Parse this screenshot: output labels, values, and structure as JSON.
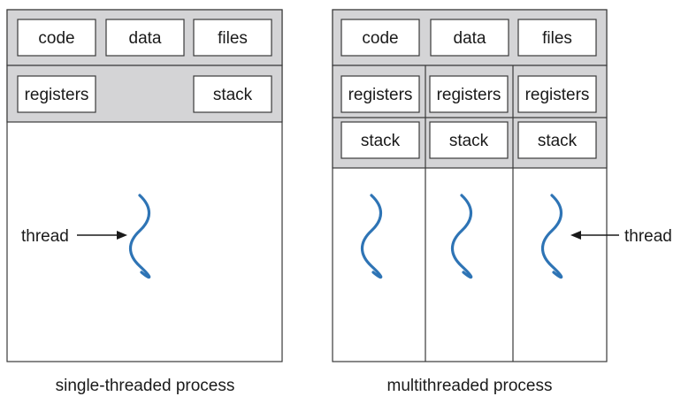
{
  "single": {
    "code": "code",
    "data": "data",
    "files": "files",
    "registers": "registers",
    "stack": "stack",
    "thread_label": "thread",
    "caption": "single-threaded process"
  },
  "multi": {
    "code": "code",
    "data": "data",
    "files": "files",
    "threads": [
      {
        "registers": "registers",
        "stack": "stack"
      },
      {
        "registers": "registers",
        "stack": "stack"
      },
      {
        "registers": "registers",
        "stack": "stack"
      }
    ],
    "thread_label": "thread",
    "caption": "multithreaded process"
  },
  "colors": {
    "shared_band": "#d4d4d6",
    "thread_squiggle": "#2e74b5"
  }
}
